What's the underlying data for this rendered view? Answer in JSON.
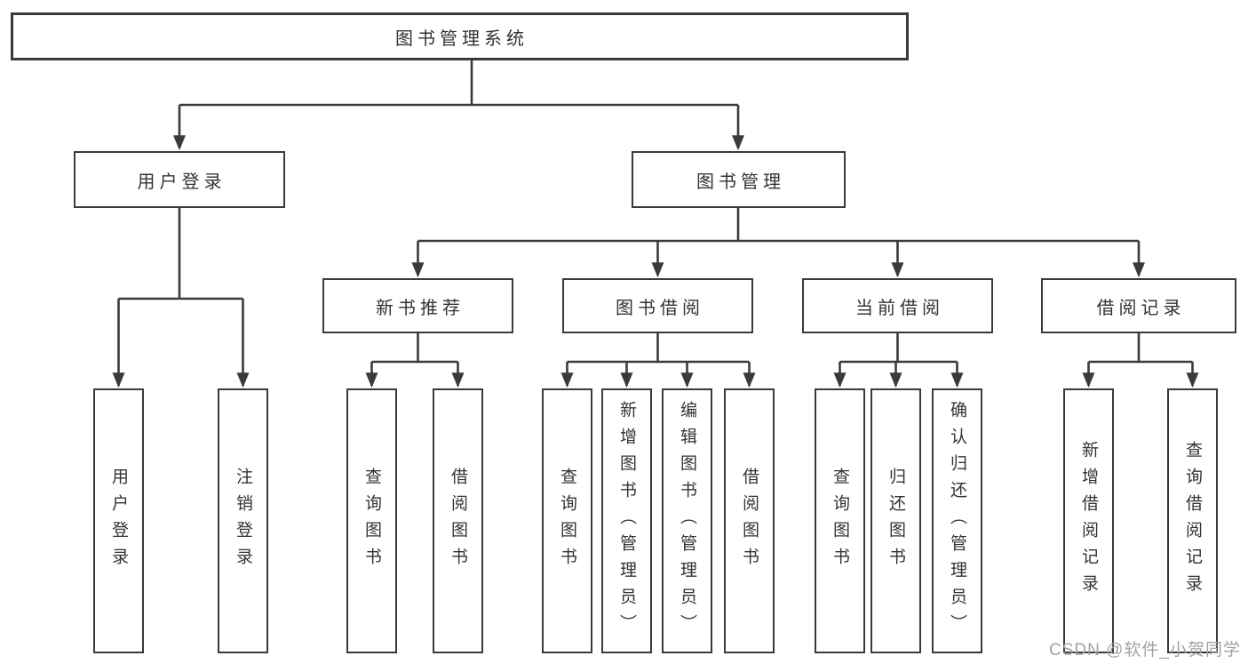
{
  "diagram": {
    "root": {
      "label": "图书管理系统"
    },
    "level2": {
      "user_login": {
        "label": "用户登录"
      },
      "book_mgmt": {
        "label": "图书管理"
      }
    },
    "level3": {
      "new_book_rec": {
        "label": "新书推荐"
      },
      "book_borrow": {
        "label": "图书借阅"
      },
      "current_borrow": {
        "label": "当前借阅"
      },
      "borrow_record": {
        "label": "借阅记录"
      }
    },
    "leaves": {
      "user_login": [
        "用户登录",
        "注销登录"
      ],
      "new_book_rec": [
        "查询图书",
        "借阅图书"
      ],
      "book_borrow": [
        "查询图书",
        "新增图书（管理员）",
        "编辑图书（管理员）",
        "借阅图书"
      ],
      "current_borrow": [
        "查询图书",
        "归还图书",
        "确认归还（管理员）"
      ],
      "borrow_record": [
        "新增借阅记录",
        "查询借阅记录"
      ]
    }
  },
  "watermark": {
    "text": "CSDN @软件_小贺同学"
  },
  "colors": {
    "line": "#3a3a3a",
    "text": "#333333",
    "watermark": "#9ea3a8",
    "background": "#ffffff"
  }
}
